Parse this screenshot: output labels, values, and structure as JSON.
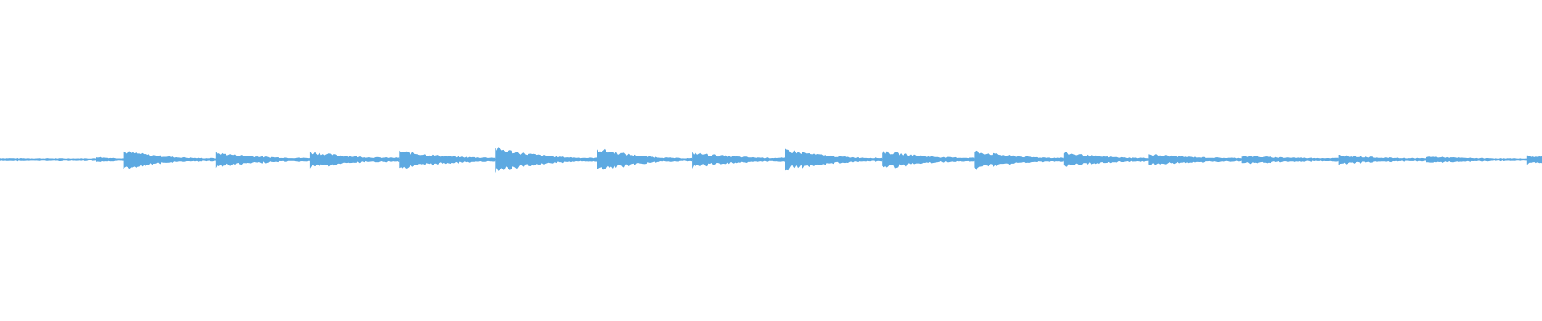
{
  "waveform": {
    "color": "#5DA9E1",
    "segments": [
      {
        "start": 0.0,
        "end": 0.062,
        "attack": 0.1,
        "tail": 0.08
      },
      {
        "start": 0.062,
        "end": 0.08,
        "attack": 0.2,
        "tail": 0.1
      },
      {
        "start": 0.08,
        "end": 0.14,
        "attack": 0.55,
        "tail": 0.1
      },
      {
        "start": 0.14,
        "end": 0.201,
        "attack": 0.45,
        "tail": 0.12
      },
      {
        "start": 0.201,
        "end": 0.259,
        "attack": 0.5,
        "tail": 0.13
      },
      {
        "start": 0.259,
        "end": 0.321,
        "attack": 0.55,
        "tail": 0.14
      },
      {
        "start": 0.321,
        "end": 0.387,
        "attack": 0.75,
        "tail": 0.12
      },
      {
        "start": 0.387,
        "end": 0.449,
        "attack": 0.7,
        "tail": 0.1
      },
      {
        "start": 0.449,
        "end": 0.509,
        "attack": 0.45,
        "tail": 0.12
      },
      {
        "start": 0.509,
        "end": 0.572,
        "attack": 0.65,
        "tail": 0.12
      },
      {
        "start": 0.572,
        "end": 0.632,
        "attack": 0.55,
        "tail": 0.13
      },
      {
        "start": 0.632,
        "end": 0.69,
        "attack": 0.55,
        "tail": 0.13
      },
      {
        "start": 0.69,
        "end": 0.745,
        "attack": 0.45,
        "tail": 0.12
      },
      {
        "start": 0.745,
        "end": 0.805,
        "attack": 0.35,
        "tail": 0.12
      },
      {
        "start": 0.805,
        "end": 0.868,
        "attack": 0.25,
        "tail": 0.11
      },
      {
        "start": 0.868,
        "end": 0.925,
        "attack": 0.3,
        "tail": 0.1
      },
      {
        "start": 0.925,
        "end": 0.99,
        "attack": 0.2,
        "tail": 0.08
      },
      {
        "start": 0.99,
        "end": 1.0,
        "attack": 0.25,
        "tail": 0.2
      }
    ]
  }
}
